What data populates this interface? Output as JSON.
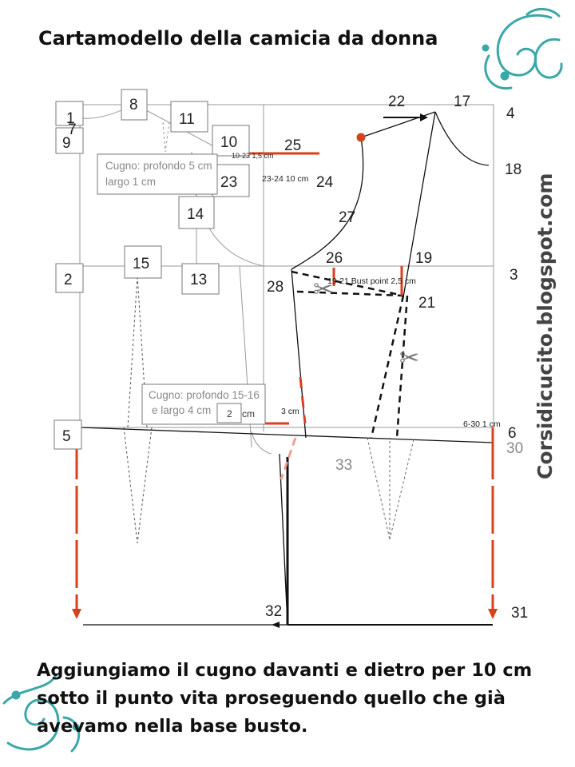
{
  "title": "Cartamodello della camicia da donna",
  "caption": "Aggiungiamo il cugno davanti e dietro per 10 cm sotto il punto vita proseguendo quello che già avevamo nella base  busto.",
  "blog_url": "Corsidicucito.blogspot.com",
  "points": {
    "p1": "1",
    "p7": "7",
    "p9": "9",
    "p8": "8",
    "p11": "11",
    "p10": "10",
    "p23": "23",
    "p14": "14",
    "p2": "2",
    "p15": "15",
    "p13": "13",
    "p5": "5",
    "p22": "22",
    "p17": "17",
    "p4": "4",
    "p18": "18",
    "p25": "25",
    "p24": "24",
    "p27": "27",
    "p26": "26",
    "p19": "19",
    "p3": "3",
    "p28": "28",
    "p21": "21",
    "p6": "6",
    "p30": "30",
    "p33": "33",
    "p32": "32",
    "p31": "31",
    "p2b": "2"
  },
  "notes": {
    "dart_back_1": "Cugno: profondo 5 cm",
    "dart_back_2": "largo 1 cm",
    "dart_waist_1": "Cugno: profondo 15-16",
    "dart_waist_2": "e largo 4 cm",
    "cm_small": "cm",
    "m_10_23": "10-23 1,5 cm",
    "m_23_24": "23-24 10 cm",
    "m_19_21": "19-21 Bust point 2,5 cm",
    "m_3cm": "3  cm",
    "m_6_30": "6-30 1 cm"
  },
  "colors": {
    "red": "#d9411e",
    "pink": "#f0a090",
    "grid": "#9a9a9a",
    "dark": "#111111",
    "swirl": "#3aa7a9"
  }
}
